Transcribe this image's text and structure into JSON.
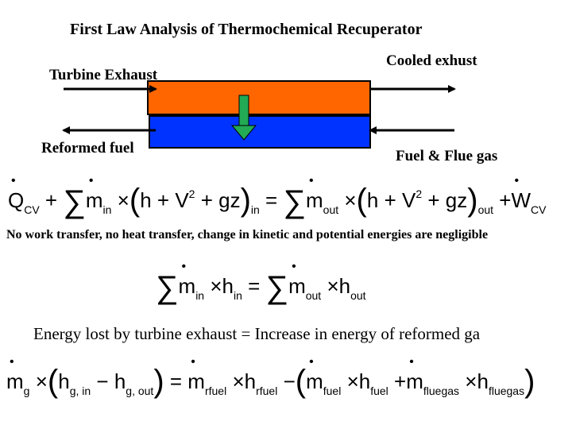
{
  "title": "First Law Analysis of Thermochemical Recuperator",
  "labels": {
    "turbine_exhaust": "Turbine Exhaust",
    "cooled_exhaust": "Cooled exhust",
    "reformed_fuel": "Reformed fuel",
    "fuel_flue_gas": "Fuel & Flue gas"
  },
  "colors": {
    "hot_stream": "#ff6600",
    "cold_stream": "#0033ff",
    "heat_arrow": "#22aa55"
  },
  "note": "No work transfer, no heat transfer, change in kinetic and potential energies are negligible",
  "energy_statement": "Energy lost by turbine exhaust = Increase in energy of reformed ga",
  "eq1": {
    "Q": "Q",
    "cv": "CV",
    "plus": "+",
    "sum": "∑",
    "m": "m",
    "in": "in",
    "times": "×",
    "h": "h",
    "V": "V",
    "two": "2",
    "gz": "gz",
    "eq": "=",
    "out": "out",
    "W": "W"
  },
  "eq2": {
    "sum": "∑",
    "m": "m",
    "in": "in",
    "times": "×",
    "h": "h",
    "eq": "=",
    "out": "out"
  },
  "eq3": {
    "m": "m",
    "g": "g",
    "h": "h",
    "gin": "g, in",
    "minus": "−",
    "gout": "g, out",
    "eq": "=",
    "rfuel": "rfuel",
    "fuel": "fuel",
    "plus": "+",
    "fluegas": "fluegas",
    "times": "×"
  }
}
